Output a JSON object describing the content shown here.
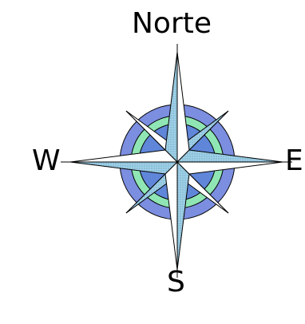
{
  "compass": {
    "north_label": "Norte",
    "south_label": "S",
    "east_label": "E",
    "west_label": "W"
  },
  "colors": {
    "outer_ring": "#7b8ee0",
    "middle_ring": "#8fe6b4",
    "inner_disc": "#5f86d9",
    "point_light": "#ffffff",
    "point_shade": "#93c6df",
    "outline": "#000000"
  }
}
